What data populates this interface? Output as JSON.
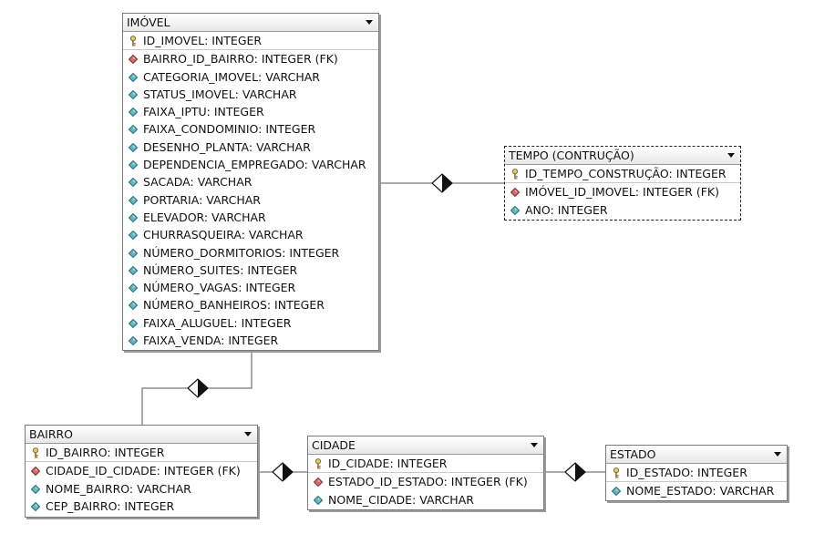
{
  "entities": {
    "imovel": {
      "title": "IMÓVEL",
      "pk": "ID_IMOVEL: INTEGER",
      "fields": [
        {
          "label": "BAIRRO_ID_BAIRRO: INTEGER (FK)",
          "kind": "fk"
        },
        {
          "label": "CATEGORIA_IMOVEL: VARCHAR",
          "kind": "col"
        },
        {
          "label": "STATUS_IMOVEL: VARCHAR",
          "kind": "col"
        },
        {
          "label": "FAIXA_IPTU: INTEGER",
          "kind": "col"
        },
        {
          "label": "FAIXA_CONDOMINIO: INTEGER",
          "kind": "col"
        },
        {
          "label": "DESENHO_PLANTA: VARCHAR",
          "kind": "col"
        },
        {
          "label": "DEPENDENCIA_EMPREGADO: VARCHAR",
          "kind": "col"
        },
        {
          "label": "SACADA: VARCHAR",
          "kind": "col"
        },
        {
          "label": "PORTARIA: VARCHAR",
          "kind": "col"
        },
        {
          "label": "ELEVADOR: VARCHAR",
          "kind": "col"
        },
        {
          "label": "CHURRASQUEIRA: VARCHAR",
          "kind": "col"
        },
        {
          "label": "NÚMERO_DORMITORIOS: INTEGER",
          "kind": "col"
        },
        {
          "label": "NÚMERO_SUITES: INTEGER",
          "kind": "col"
        },
        {
          "label": "NÚMERO_VAGAS: INTEGER",
          "kind": "col"
        },
        {
          "label": "NÚMERO_BANHEIROS: INTEGER",
          "kind": "col"
        },
        {
          "label": "FAIXA_ALUGUEL: INTEGER",
          "kind": "col"
        },
        {
          "label": "FAIXA_VENDA: INTEGER",
          "kind": "col"
        }
      ]
    },
    "tempo": {
      "title": "TEMPO (CONTRUÇÃO)",
      "pk": "ID_TEMPO_CONSTRUÇÃO: INTEGER",
      "fields": [
        {
          "label": "IMÓVEL_ID_IMOVEL: INTEGER (FK)",
          "kind": "fk"
        },
        {
          "label": "ANO: INTEGER",
          "kind": "col"
        }
      ]
    },
    "bairro": {
      "title": "BAIRRO",
      "pk": "ID_BAIRRO: INTEGER",
      "fields": [
        {
          "label": "CIDADE_ID_CIDADE: INTEGER (FK)",
          "kind": "fk"
        },
        {
          "label": "NOME_BAIRRO: VARCHAR",
          "kind": "col"
        },
        {
          "label": "CEP_BAIRRO: INTEGER",
          "kind": "col"
        }
      ]
    },
    "cidade": {
      "title": "CIDADE",
      "pk": "ID_CIDADE: INTEGER",
      "fields": [
        {
          "label": "ESTADO_ID_ESTADO: INTEGER (FK)",
          "kind": "fk"
        },
        {
          "label": "NOME_CIDADE: VARCHAR",
          "kind": "col"
        }
      ]
    },
    "estado": {
      "title": "ESTADO",
      "pk": "ID_ESTADO: INTEGER",
      "fields": [
        {
          "label": "NOME_ESTADO: VARCHAR",
          "kind": "col"
        }
      ]
    }
  },
  "colors": {
    "key_icon": "#9b7d2c",
    "fk_icon": "#c04848",
    "column_icon": "#2f8f9e",
    "connector": "#555555"
  }
}
